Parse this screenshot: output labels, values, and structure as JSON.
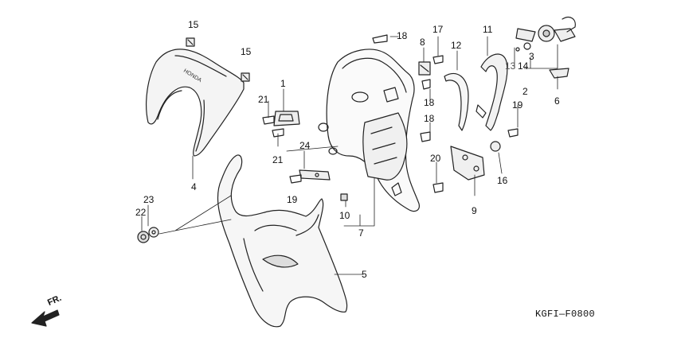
{
  "diagram_code": "KGFI—F0800",
  "front_label": "FR.",
  "brand_text": "HONDA",
  "callouts": {
    "p1": "1",
    "p2": "2",
    "p3": "3",
    "p4": "4",
    "p5": "5",
    "p6": "6",
    "p7": "7",
    "p8": "8",
    "p9": "9",
    "p10": "10",
    "p11": "11",
    "p12": "12",
    "p13": "13",
    "p14": "14",
    "p15a": "15",
    "p15b": "15",
    "p16": "16",
    "p17": "17",
    "p18a": "18",
    "p18b": "18",
    "p18c": "18",
    "p19a": "19",
    "p19b": "19",
    "p20": "20",
    "p21a": "21",
    "p21b": "21",
    "p22": "22",
    "p23": "23",
    "p24": "24"
  }
}
